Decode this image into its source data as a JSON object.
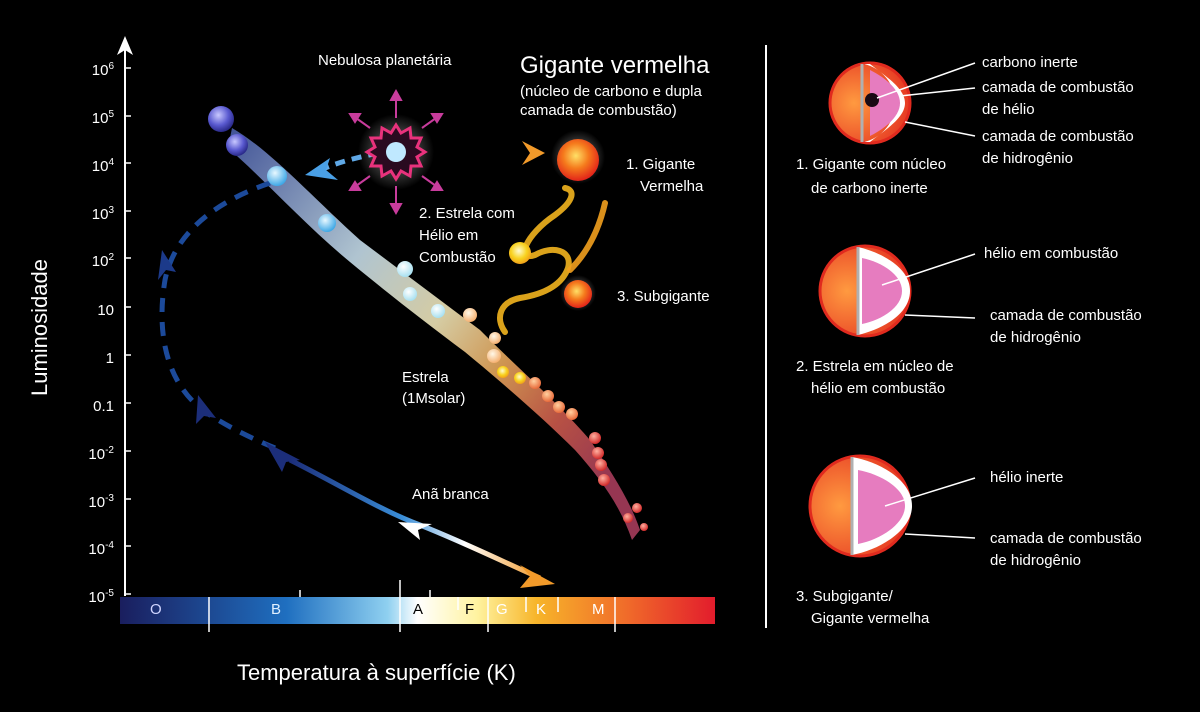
{
  "axes": {
    "ylabel": "Luminosidade",
    "xlabel": "Temperatura à superfície (K)",
    "y_ticks": [
      {
        "base": "10",
        "exp": "6"
      },
      {
        "base": "10",
        "exp": "5"
      },
      {
        "base": "10",
        "exp": "4"
      },
      {
        "base": "10",
        "exp": "3"
      },
      {
        "base": "10",
        "exp": "2"
      },
      {
        "base": "10",
        "exp": ""
      },
      {
        "base": "1",
        "exp": ""
      },
      {
        "base": "0.1",
        "exp": ""
      },
      {
        "base": "10",
        "exp": "-2"
      },
      {
        "base": "10",
        "exp": "-3"
      },
      {
        "base": "10",
        "exp": "-4"
      },
      {
        "base": "10",
        "exp": "-5"
      }
    ],
    "spectral_classes": [
      "O",
      "B",
      "A",
      "F",
      "G",
      "K",
      "M"
    ]
  },
  "labels": {
    "planetary_nebula": "Nebulosa planetária",
    "red_giant_title": "Gigante vermelha",
    "red_giant_subtitle_1": "(núcleo de carbono e dupla",
    "red_giant_subtitle_2": "camada de combustão)",
    "stage1_line1": "1. Gigante",
    "stage1_line2": "Vermelha",
    "stage2_line1": "2. Estrela com",
    "stage2_line2": "Hélio em",
    "stage2_line3": "Combustão",
    "stage3": "3. Subgigante",
    "sun_line1": "Estrela",
    "sun_line2": "(1Msolar)",
    "white_dwarf": "Anã branca"
  },
  "panels": [
    {
      "callouts": [
        "carbono inerte",
        "camada de combustão",
        "de hélio",
        "camada de combustão",
        "de hidrogênio"
      ],
      "caption_line1": "1. Gigante com núcleo",
      "caption_line2": "de carbono inerte"
    },
    {
      "callouts": [
        "hélio em combustão",
        "camada de combustão",
        "de hidrogênio"
      ],
      "caption_line1": "2. Estrela em núcleo de",
      "caption_line2": "hélio em combustão"
    },
    {
      "callouts": [
        "hélio inerte",
        "camada de combustão",
        "de hidrogênio"
      ],
      "caption_line1": "3. Subgigante/",
      "caption_line2": "Gigante vermelha"
    }
  ],
  "colors": {
    "background": "#000000",
    "red_shell": "#e8321e",
    "pink_core": "#e67cbf",
    "nebula_ring": "#e8327c",
    "arrow_dark_blue": "#1c2e7a",
    "arrow_yellow": "#f2c21e"
  }
}
